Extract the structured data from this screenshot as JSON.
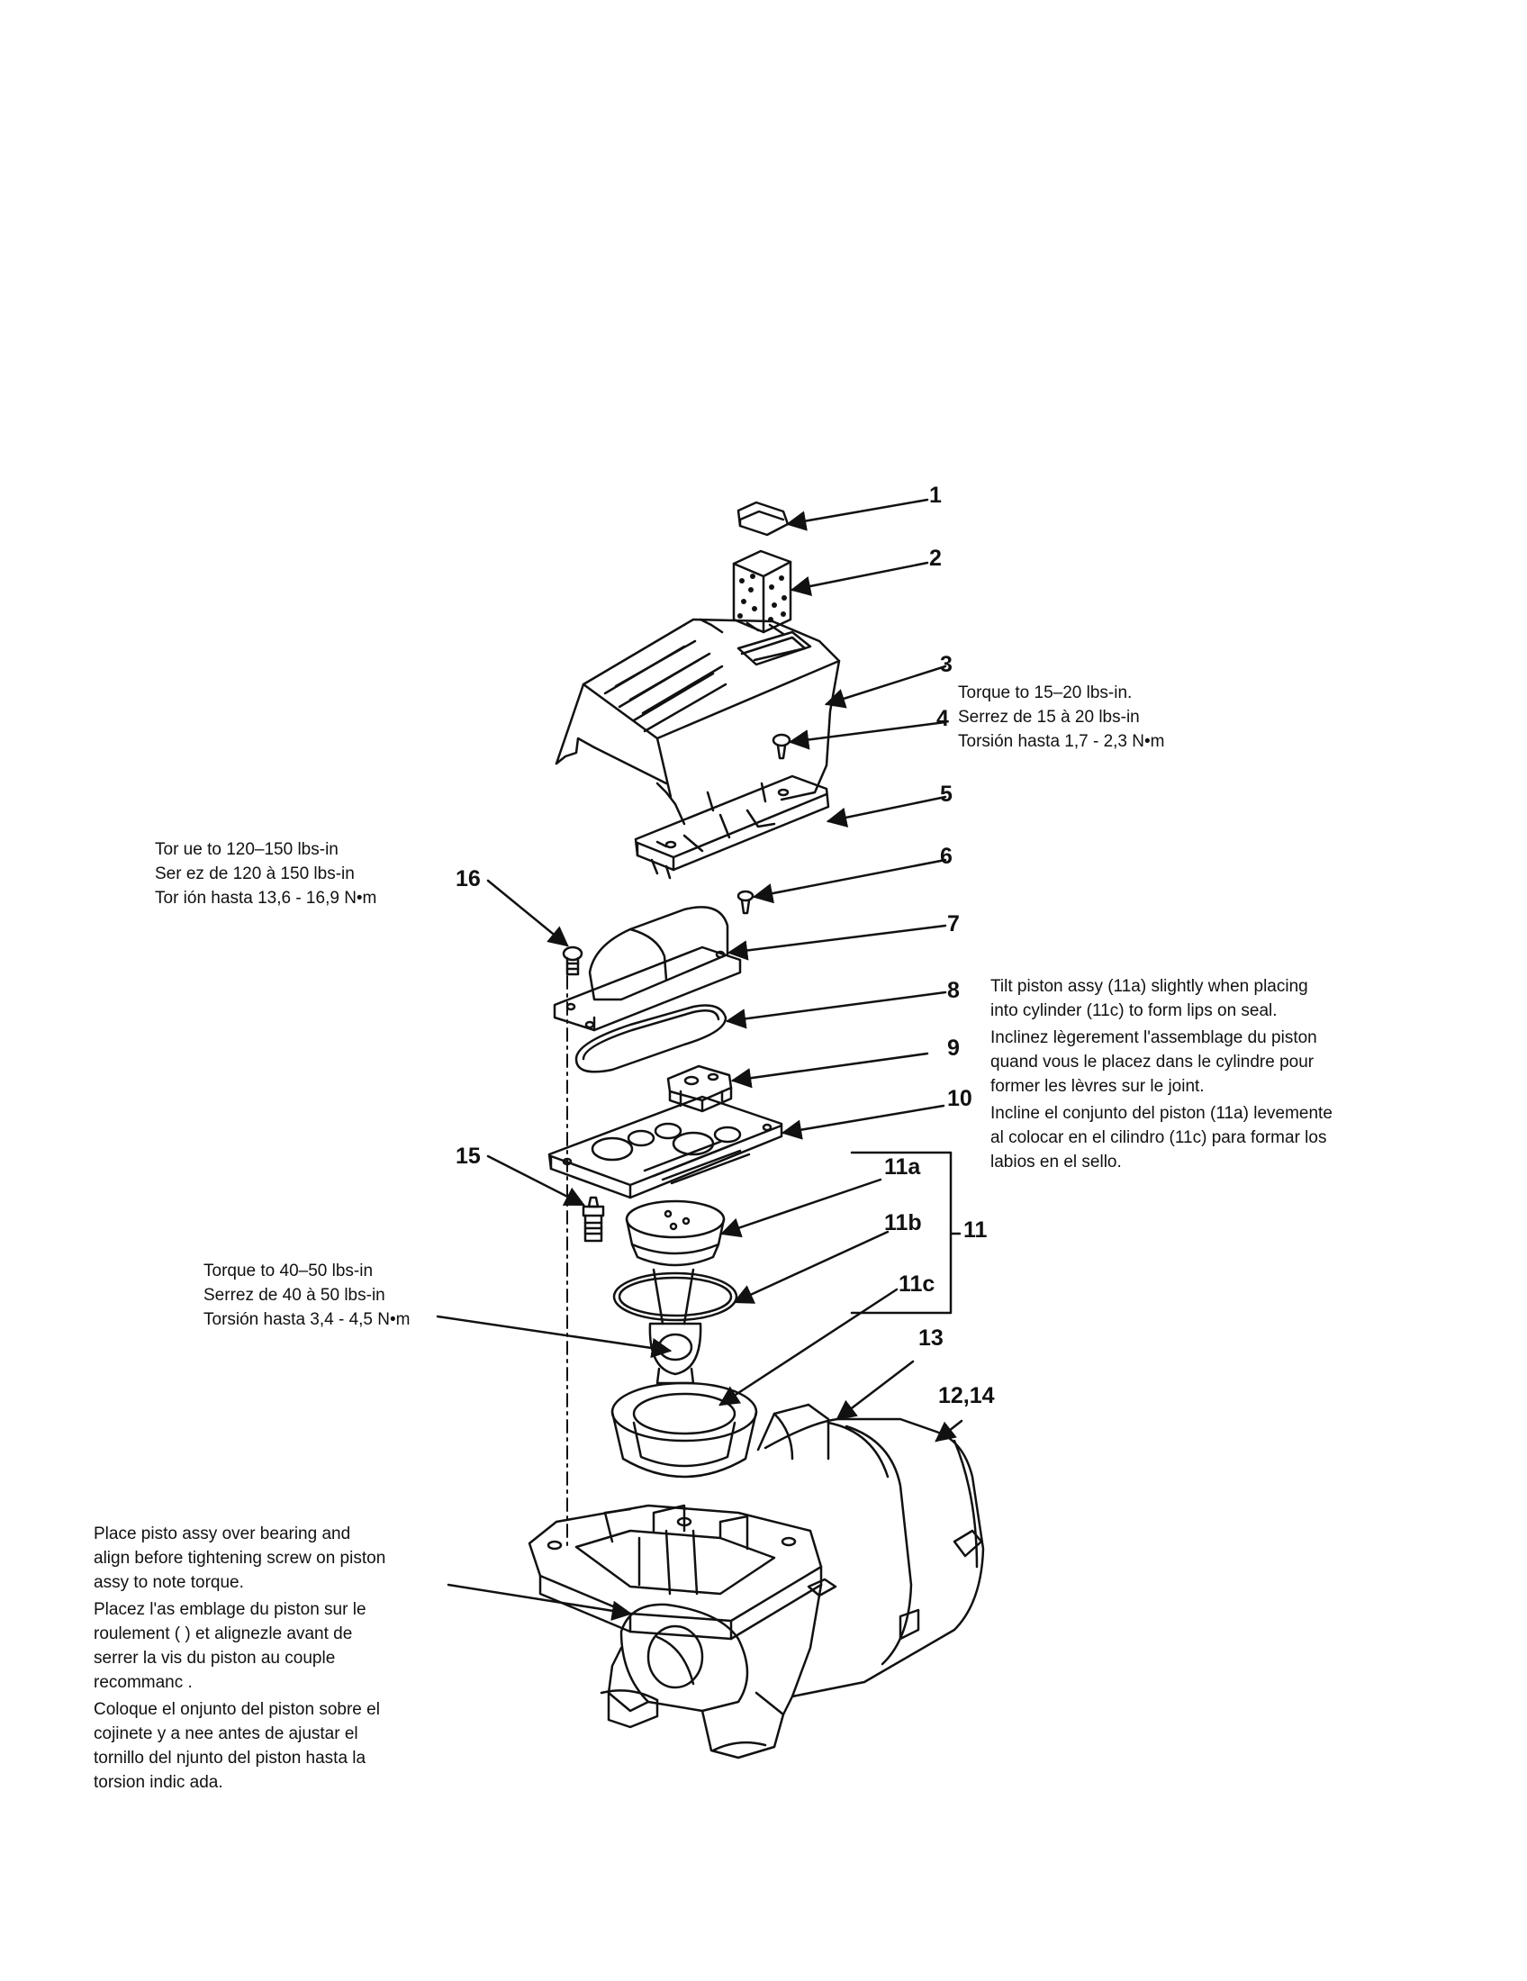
{
  "colors": {
    "ink": "#111111",
    "paper": "#ffffff"
  },
  "callouts": {
    "c1": "1",
    "c2": "2",
    "c3": "3",
    "c4": "4",
    "c5": "5",
    "c6": "6",
    "c7": "7",
    "c8": "8",
    "c9": "9",
    "c10": "10",
    "c11": "11",
    "c11a": "11a",
    "c11b": "11b",
    "c11c": "11c",
    "c12_14": "12,14",
    "c13": "13",
    "c15": "15",
    "c16": "16"
  },
  "notes": {
    "head_bolt_torque": [
      "Tor ue to 120–150 lbs-in",
      "Ser ez de 120 à 150 lbs-in",
      "Tor ión hasta 13,6 - 16,9 N•m"
    ],
    "shroud_screw_torque": [
      "Torque to 15–20 lbs-in.",
      "Serrez de 15 à 20 lbs-in",
      "Torsión hasta 1,7 - 2,3 N•m"
    ],
    "piston_tilt": {
      "en": [
        "Tilt piston assy (11a) slightly when placing",
        "into cylinder (11c) to form lips on seal."
      ],
      "fr": [
        "Inclinez lègerement l'assemblage du piston",
        "quand vous le placez dans le cylindre pour",
        "former les lèvres sur le joint."
      ],
      "es": [
        "Incline el conjunto del piston (11a) levemente",
        "al colocar en el cilindro (11c) para formar los",
        "labios en el sello."
      ]
    },
    "piston_screw_torque": [
      "Torque to 40–50 lbs-in",
      "Serrez de 40 à 50 lbs-in",
      "Torsión hasta 3,4 - 4,5 N•m"
    ],
    "bearing_alignment": {
      "en": [
        "Place pisto  assy over bearing and",
        "align before tightening screw on piston",
        "assy to note  torque."
      ],
      "fr": [
        "Placez l'as  emblage du piston sur le",
        "roulement (  ) et alignezle avant de",
        "serrer la vis du piston au couple",
        "recommanc  ."
      ],
      "es": [
        "Coloque el  onjunto del piston sobre el",
        "cojinete y a  nee antes de ajustar el",
        "tornillo del   njunto del piston hasta la",
        "torsion indic  ada."
      ]
    }
  }
}
